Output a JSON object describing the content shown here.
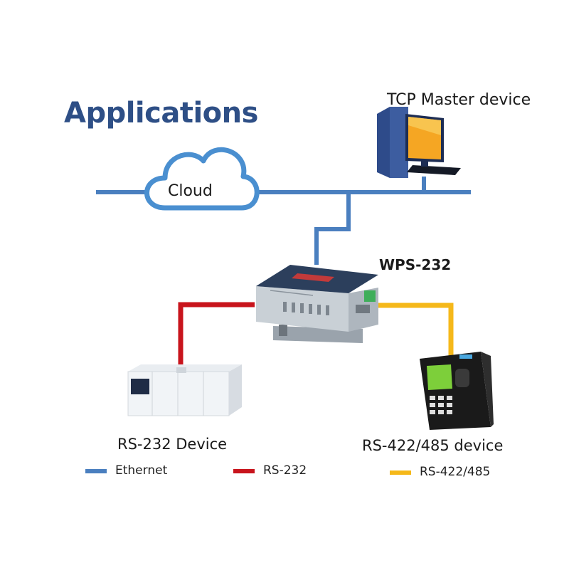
{
  "title": "Applications",
  "nodes": {
    "cloud": "Cloud",
    "tcp_master": "TCP Master device",
    "gateway": "WPS-232",
    "rs232_device": "RS-232 Device",
    "rs485_device": "RS-422/485 device"
  },
  "legend": [
    {
      "label": "Ethernet",
      "color": "#4a7fbf"
    },
    {
      "label": "RS-232",
      "color": "#c8141c"
    },
    {
      "label": "RS-422/485",
      "color": "#f5b81a"
    }
  ],
  "colors": {
    "ethernet": "#4a7fbf",
    "rs232": "#c8141c",
    "rs485": "#f5b81a",
    "cloud_outline": "#4a8fd0",
    "title": "#2e4f86"
  }
}
